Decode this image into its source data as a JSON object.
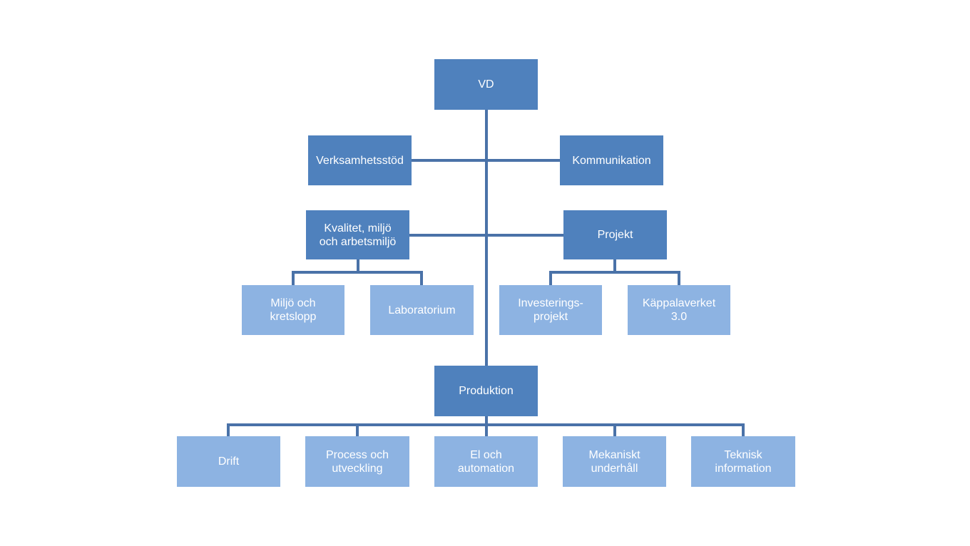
{
  "diagram": {
    "type": "org-chart",
    "colors": {
      "primary_box": "#4f81bd",
      "secondary_box": "#8db3e2",
      "connector": "#4a72a8",
      "text": "#ffffff"
    },
    "nodes": {
      "vd": "VD",
      "verksamhetsstod": "Verksamhetsstöd",
      "kommunikation": "Kommunikation",
      "kvalitet": "Kvalitet, miljö\noch arbetsmiljö",
      "projekt": "Projekt",
      "miljo": "Miljö och\nkretslopp",
      "laboratorium": "Laboratorium",
      "investeringsprojekt": "Investerings-\nprojekt",
      "kappalaverket": "Käppalaverket\n3.0",
      "produktion": "Produktion",
      "drift": "Drift",
      "process": "Process och\nutveckling",
      "el": "El och\nautomation",
      "mekaniskt": "Mekaniskt\nunderhåll",
      "teknisk": "Teknisk\ninformation"
    },
    "edges": [
      [
        "vd",
        "verksamhetsstod"
      ],
      [
        "vd",
        "kommunikation"
      ],
      [
        "vd",
        "kvalitet"
      ],
      [
        "vd",
        "projekt"
      ],
      [
        "vd",
        "produktion"
      ],
      [
        "kvalitet",
        "miljo"
      ],
      [
        "kvalitet",
        "laboratorium"
      ],
      [
        "projekt",
        "investeringsprojekt"
      ],
      [
        "projekt",
        "kappalaverket"
      ],
      [
        "produktion",
        "drift"
      ],
      [
        "produktion",
        "process"
      ],
      [
        "produktion",
        "el"
      ],
      [
        "produktion",
        "mekaniskt"
      ],
      [
        "produktion",
        "teknisk"
      ]
    ]
  }
}
